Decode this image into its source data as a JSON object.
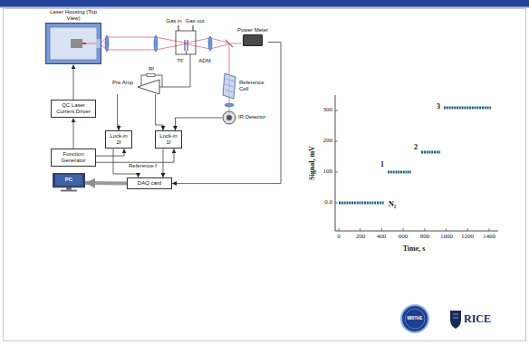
{
  "diagram": {
    "nodes": [
      {
        "text": [
          "Laser Housing (Top View)"
        ]
      },
      {
        "text": [
          "Power Meter"
        ]
      },
      {
        "text": [
          "Pre Amp"
        ]
      },
      {
        "text": [
          "Reference Cell"
        ]
      },
      {
        "text": [
          "QC Laser Current Driver"
        ]
      },
      {
        "text": [
          "Lock-in 2f"
        ]
      },
      {
        "text": [
          "Lock-in 1f"
        ]
      },
      {
        "text": [
          "IR Detector"
        ]
      },
      {
        "text": [
          "Function Generator"
        ]
      },
      {
        "text": [
          "PC"
        ]
      },
      {
        "text": [
          "DAQ card"
        ]
      }
    ],
    "edges": [
      {
        "from": 4,
        "to": 0,
        "arrow": "to"
      },
      {
        "from": 8,
        "to": 4,
        "arrow": "to"
      },
      {
        "from": 8,
        "to": 5,
        "arrow": "to",
        "label": "Reference f"
      },
      {
        "from": 8,
        "to": 6,
        "arrow": "to"
      },
      {
        "from": 2,
        "to": 5,
        "arrow": "to"
      },
      {
        "from": 2,
        "to": 6,
        "arrow": "to"
      },
      {
        "from": 7,
        "to": 6,
        "arrow": "to"
      },
      {
        "from": 5,
        "to": 10,
        "arrow": "to"
      },
      {
        "from": 6,
        "to": 10,
        "arrow": "to"
      },
      {
        "from": 10,
        "to": 9,
        "arrow": "to"
      },
      {
        "from": 1,
        "to": 10,
        "arrow": "to"
      }
    ],
    "labels": [
      "Gas in",
      "Gas out",
      "TF",
      "ADM",
      "Rf",
      "0.0",
      "100",
      "200",
      "300",
      "0",
      "200",
      "400",
      "600",
      "800",
      "1000",
      "1200",
      "1400",
      "Time, s",
      "Signal, mV",
      "N₂",
      "1",
      "2",
      "3",
      "MIRTHE",
      "RICE"
    ]
  }
}
